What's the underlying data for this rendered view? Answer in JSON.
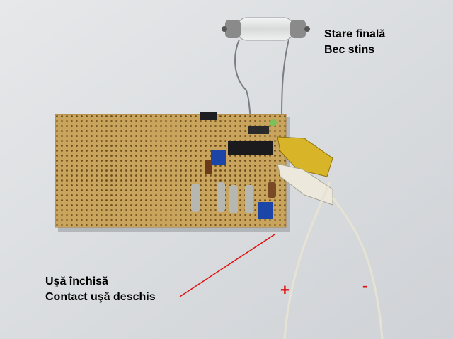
{
  "labels": {
    "final_state_line1": "Stare finală",
    "final_state_line2": "Bec stins",
    "door_line1": "Uşă închisă",
    "door_line2": "Contact uşă deschis",
    "plus": "+",
    "minus": "-"
  },
  "colors": {
    "background": "#d9dce0",
    "board": "#c9a45c",
    "annotation": "#e01010",
    "text": "#000000"
  }
}
